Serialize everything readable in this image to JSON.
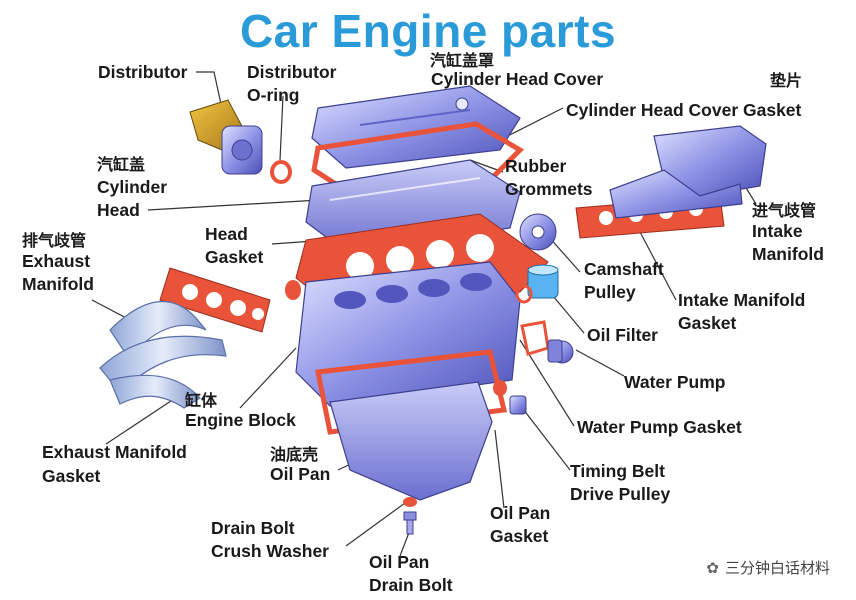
{
  "title": "Car Engine parts",
  "labels": {
    "distributor": "Distributor",
    "distributor_oring": [
      "Distributor",
      "O-ring"
    ],
    "cylinder_head_cover": "Cylinder Head Cover",
    "cylinder_head_cover_cn": "汽缸盖罩",
    "cylinder_head_cover_gasket": "Cylinder Head Cover Gasket",
    "gasket_cn": "垫片",
    "cylinder_head_cn": "汽缸盖",
    "cylinder_head": [
      "Cylinder",
      "Head"
    ],
    "rubber_grommets": [
      "Rubber",
      "Grommets"
    ],
    "intake_manifold_cn": "进气歧管",
    "intake_manifold": [
      "Intake",
      "Manifold"
    ],
    "exhaust_manifold_cn": "排气歧管",
    "exhaust_manifold": [
      "Exhaust",
      "Manifold"
    ],
    "head_gasket": [
      "Head",
      "Gasket"
    ],
    "camshaft_pulley": [
      "Camshaft",
      "Pulley"
    ],
    "intake_manifold_gasket": [
      "Intake Manifold",
      "Gasket"
    ],
    "oil_filter": "Oil Filter",
    "water_pump": "Water Pump",
    "engine_block_cn": "缸体",
    "engine_block": "Engine Block",
    "water_pump_gasket": "Water Pump Gasket",
    "exhaust_manifold_gasket": [
      "Exhaust Manifold",
      "Gasket"
    ],
    "oil_pan_cn": "油底壳",
    "oil_pan": "Oil Pan",
    "timing_belt_drive_pulley": [
      "Timing Belt",
      "Drive Pulley"
    ],
    "oil_pan_gasket": [
      "Oil Pan",
      "Gasket"
    ],
    "drain_bolt_crush_washer": [
      "Drain Bolt",
      "Crush Washer"
    ],
    "oil_pan_drain_bolt": [
      "Oil Pan",
      "Drain Bolt"
    ]
  },
  "watermark": "三分钟白话材料",
  "colors": {
    "title": "#2a9bd8",
    "metal": "#8a8fe0",
    "gasket": "#e8533a"
  }
}
